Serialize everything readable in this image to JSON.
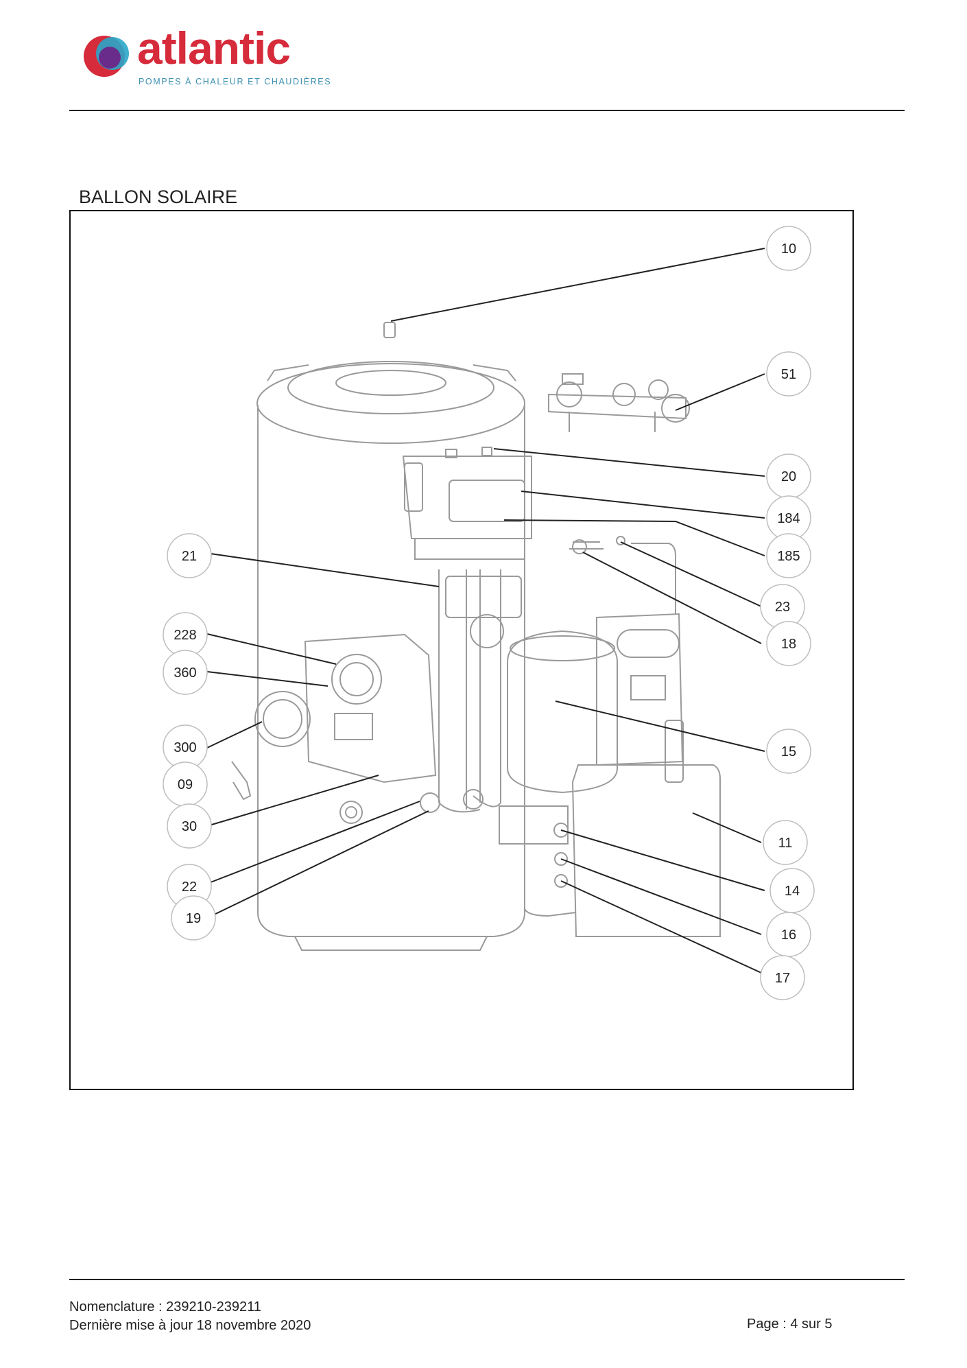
{
  "header": {
    "logo_word": "atlantic",
    "logo_tagline": "POMPES À CHALEUR ET CHAUDIÈRES"
  },
  "section_title": "BALLON SOLAIRE",
  "callouts": [
    "10",
    "51",
    "20",
    "184",
    "185",
    "23",
    "18",
    "15",
    "11",
    "14",
    "16",
    "17",
    "21",
    "228",
    "360",
    "300",
    "09",
    "30",
    "22",
    "19"
  ],
  "footer": {
    "nomenclature": "Nomenclature : 239210-239211",
    "update": "Dernière mise à jour 18 novembre 2020",
    "page": "Page : 4 sur 5"
  },
  "colors": {
    "logo_red": "#d62b3b",
    "logo_tagline": "#3a8fb0"
  }
}
